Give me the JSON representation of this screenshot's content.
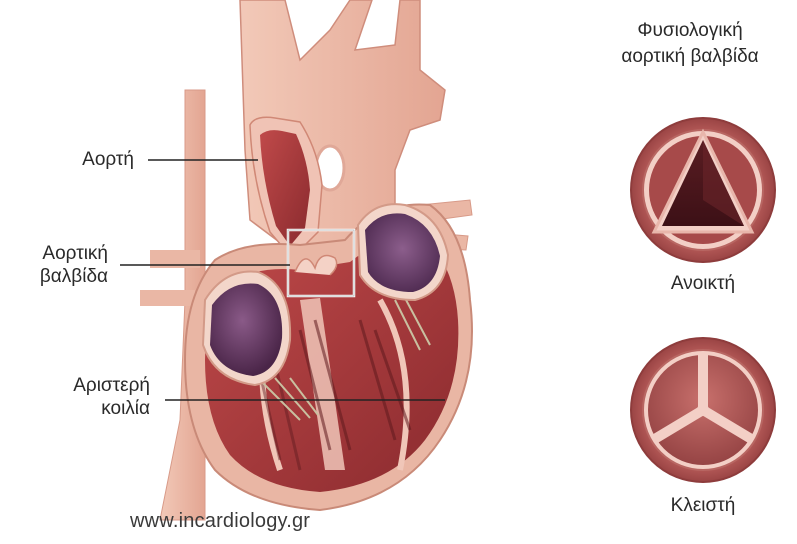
{
  "labels": {
    "aorta": "Αορτή",
    "aortic_valve_line1": "Αορτική",
    "aortic_valve_line2": "βαλβίδα",
    "left_ventricle_line1": "Αριστερή",
    "left_ventricle_line2": "κοιλία"
  },
  "inset": {
    "title_line1": "Φυσιολογική",
    "title_line2": "αορτική βαλβίδα",
    "open_label": "Ανοικτή",
    "closed_label": "Κλειστή"
  },
  "watermark": "www.incardiology.gr",
  "colors": {
    "muscle": "#a53a3a",
    "muscle_dark": "#7a2226",
    "vessel": "#e8b0a0",
    "chamber_purple": "#6b3a6e",
    "valve_rim": "#f0c8c0",
    "line": "#222222"
  }
}
